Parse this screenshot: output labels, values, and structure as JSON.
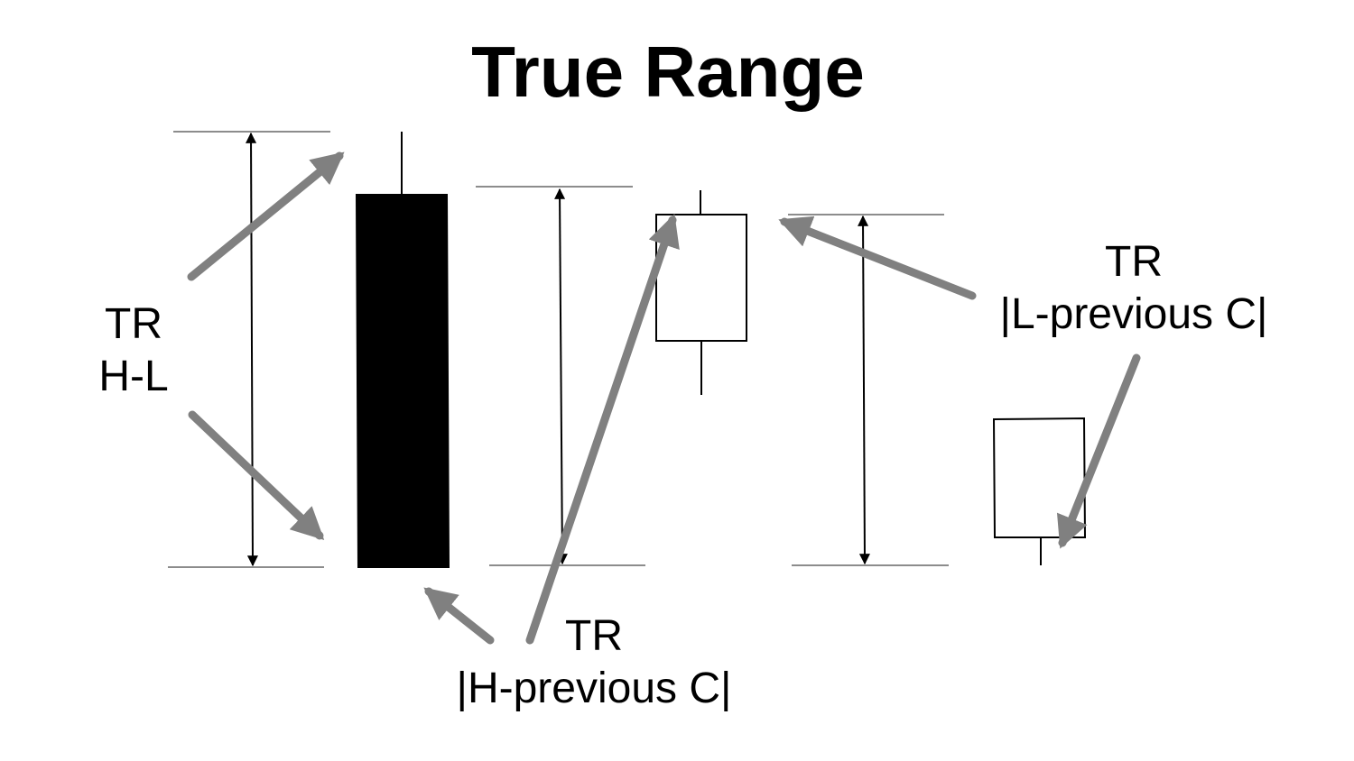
{
  "title": "True Range",
  "labels": {
    "hl": {
      "line1": "TR",
      "line2": "H-L"
    },
    "h_prev_c": {
      "line1": "TR",
      "line2": "|H-previous C|"
    },
    "l_prev_c": {
      "line1": "TR",
      "line2": "|L-previous C|"
    }
  },
  "colors": {
    "pointer_arrow": "#808080",
    "guide_line": "#8c8c8c",
    "candle_stroke": "#000000",
    "bearish_fill": "#000000",
    "bullish_fill": "#ffffff"
  }
}
